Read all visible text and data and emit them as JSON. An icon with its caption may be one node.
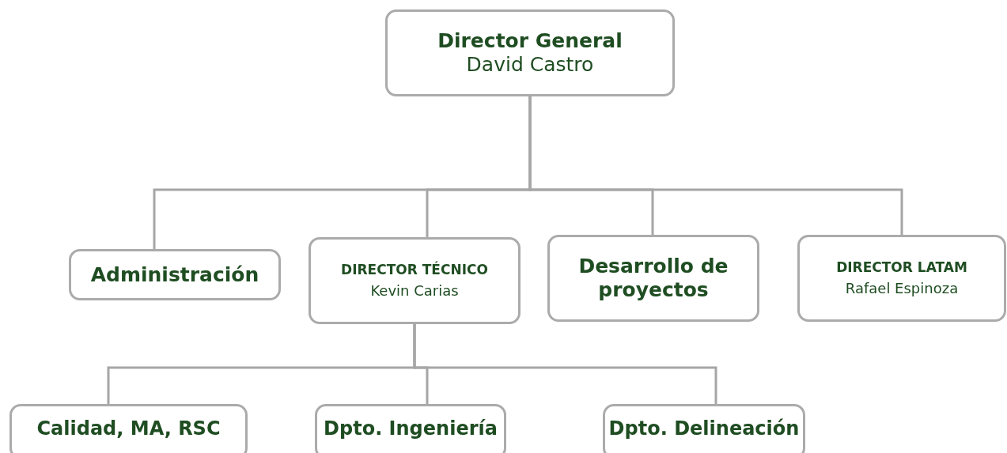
{
  "diagram": {
    "nodes": [
      {
        "text": [
          "Director General",
          "David Castro"
        ]
      },
      {
        "text": [
          "Administración"
        ]
      },
      {
        "text": [
          "DIRECTOR TÉCNICO",
          "Kevin Carias"
        ]
      },
      {
        "text": [
          "Desarrollo de proyectos"
        ]
      },
      {
        "text": [
          "DIRECTOR LATAM",
          "Rafael Espinoza"
        ]
      },
      {
        "text": [
          "Calidad, MA, RSC"
        ]
      },
      {
        "text": [
          "Dpto. Ingeniería"
        ]
      },
      {
        "text": [
          "Dpto. Delineación"
        ]
      }
    ],
    "edges": [
      {
        "from": 0,
        "to": 1,
        "arrow": "none"
      },
      {
        "from": 0,
        "to": 2,
        "arrow": "none"
      },
      {
        "from": 0,
        "to": 3,
        "arrow": "none"
      },
      {
        "from": 0,
        "to": 4,
        "arrow": "none"
      },
      {
        "from": 2,
        "to": 5,
        "arrow": "none"
      },
      {
        "from": 2,
        "to": 6,
        "arrow": "none"
      },
      {
        "from": 2,
        "to": 7,
        "arrow": "none"
      }
    ]
  }
}
